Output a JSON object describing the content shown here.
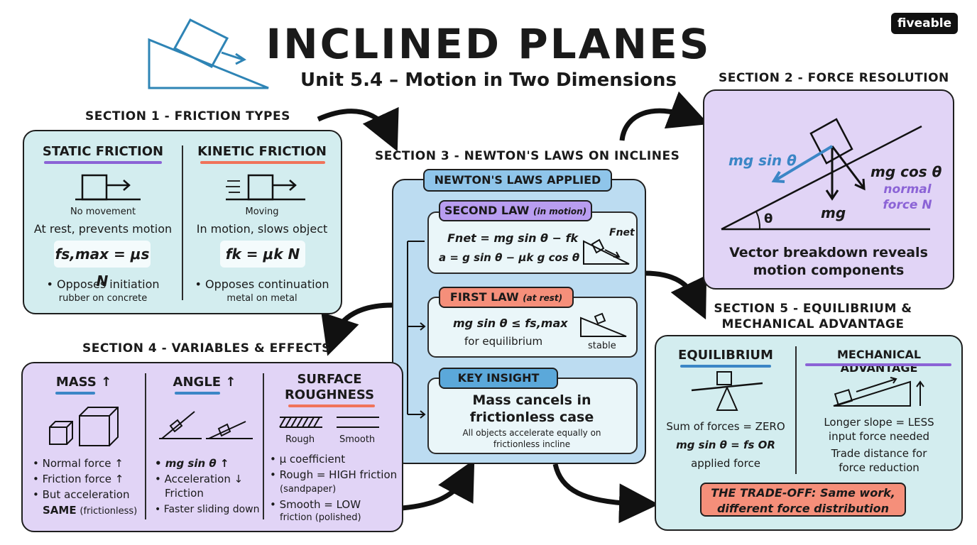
{
  "header": {
    "title": "INCLINED PLANES",
    "subtitle": "Unit 5.4 – Motion in Two Dimensions",
    "logo": "fiveable"
  },
  "section1": {
    "heading": "SECTION 1 - FRICTION TYPES",
    "static": {
      "title": "STATIC FRICTION",
      "state": "No movement",
      "desc": "At rest, prevents motion",
      "formula": "fs,max = μs N",
      "bullet": "• Opposes initiation",
      "example": "rubber on concrete"
    },
    "kinetic": {
      "title": "KINETIC FRICTION",
      "state": "Moving",
      "desc": "In motion, slows object",
      "formula": "fk = μk N",
      "bullet": "• Opposes continuation",
      "example": "metal on metal"
    }
  },
  "section2": {
    "heading": "SECTION 2 - FORCE RESOLUTION",
    "label_sin": "mg sin θ",
    "label_cos": "mg cos θ",
    "label_normal": "normal force N",
    "label_mg": "mg",
    "label_theta": "θ",
    "caption": "Vector breakdown reveals motion components"
  },
  "section3": {
    "heading": "SECTION 3 - NEWTON'S LAWS ON INCLINES",
    "banner": "NEWTON'S LAWS APPLIED",
    "second": {
      "title": "SECOND LAW",
      "note": "(in motion)",
      "eq1": "Fnet = mg sin θ − fk",
      "eq2": "a = g sin θ − μk g cos θ",
      "fnet": "Fnet"
    },
    "first": {
      "title": "FIRST LAW",
      "note": "(at rest)",
      "eq": "mg sin θ ≤ fs,max",
      "desc": "for equilibrium",
      "stable": "stable"
    },
    "insight": {
      "title": "KEY INSIGHT",
      "text": "Mass cancels in frictionless case",
      "sub": "All objects accelerate equally on frictionless incline"
    }
  },
  "section4": {
    "heading": "SECTION 4 - VARIABLES & EFFECTS",
    "mass": {
      "title": "MASS ↑",
      "b1": "• Normal force ↑",
      "b2": "• Friction force ↑",
      "b3": "• But acceleration",
      "b3b": "SAME",
      "b3c": "(frictionless)"
    },
    "angle": {
      "title": "ANGLE ↑",
      "b1": "• mg sin θ ↑",
      "b2": "• Acceleration ↓",
      "b2b": "Friction",
      "b3": "• Faster sliding down"
    },
    "surface": {
      "title": "SURFACE ROUGHNESS",
      "rough": "Rough",
      "smooth": "Smooth",
      "b1": "• μ coefficient",
      "b2": "• Rough = HIGH friction",
      "b2b": "(sandpaper)",
      "b3": "• Smooth = LOW",
      "b3b": "friction (polished)"
    }
  },
  "section5": {
    "heading": "SECTION 5 - EQUILIBRIUM & MECHANICAL ADVANTAGE",
    "eq": {
      "title": "EQUILIBRIUM",
      "l1": "Sum of forces = ZERO",
      "l2": "mg sin θ = fs OR",
      "l3": "applied force"
    },
    "ma": {
      "title": "MECHANICAL ADVANTAGE",
      "l1": "Longer slope = LESS",
      "l2": "input force needed",
      "l3": "Trade distance for",
      "l4": "force reduction"
    },
    "tradeoff": "THE TRADE-OFF: Same work, different force distribution"
  },
  "colors": {
    "teal": "#d3edef",
    "lavender": "#e1d4f6",
    "blue": "#bcdcf1",
    "purple_pill": "#b89df0",
    "salmon_pill": "#f58f7a",
    "blue_pill": "#5ba8da",
    "vector_blue": "#3b86c6",
    "normal_purple": "#8b63d6"
  }
}
